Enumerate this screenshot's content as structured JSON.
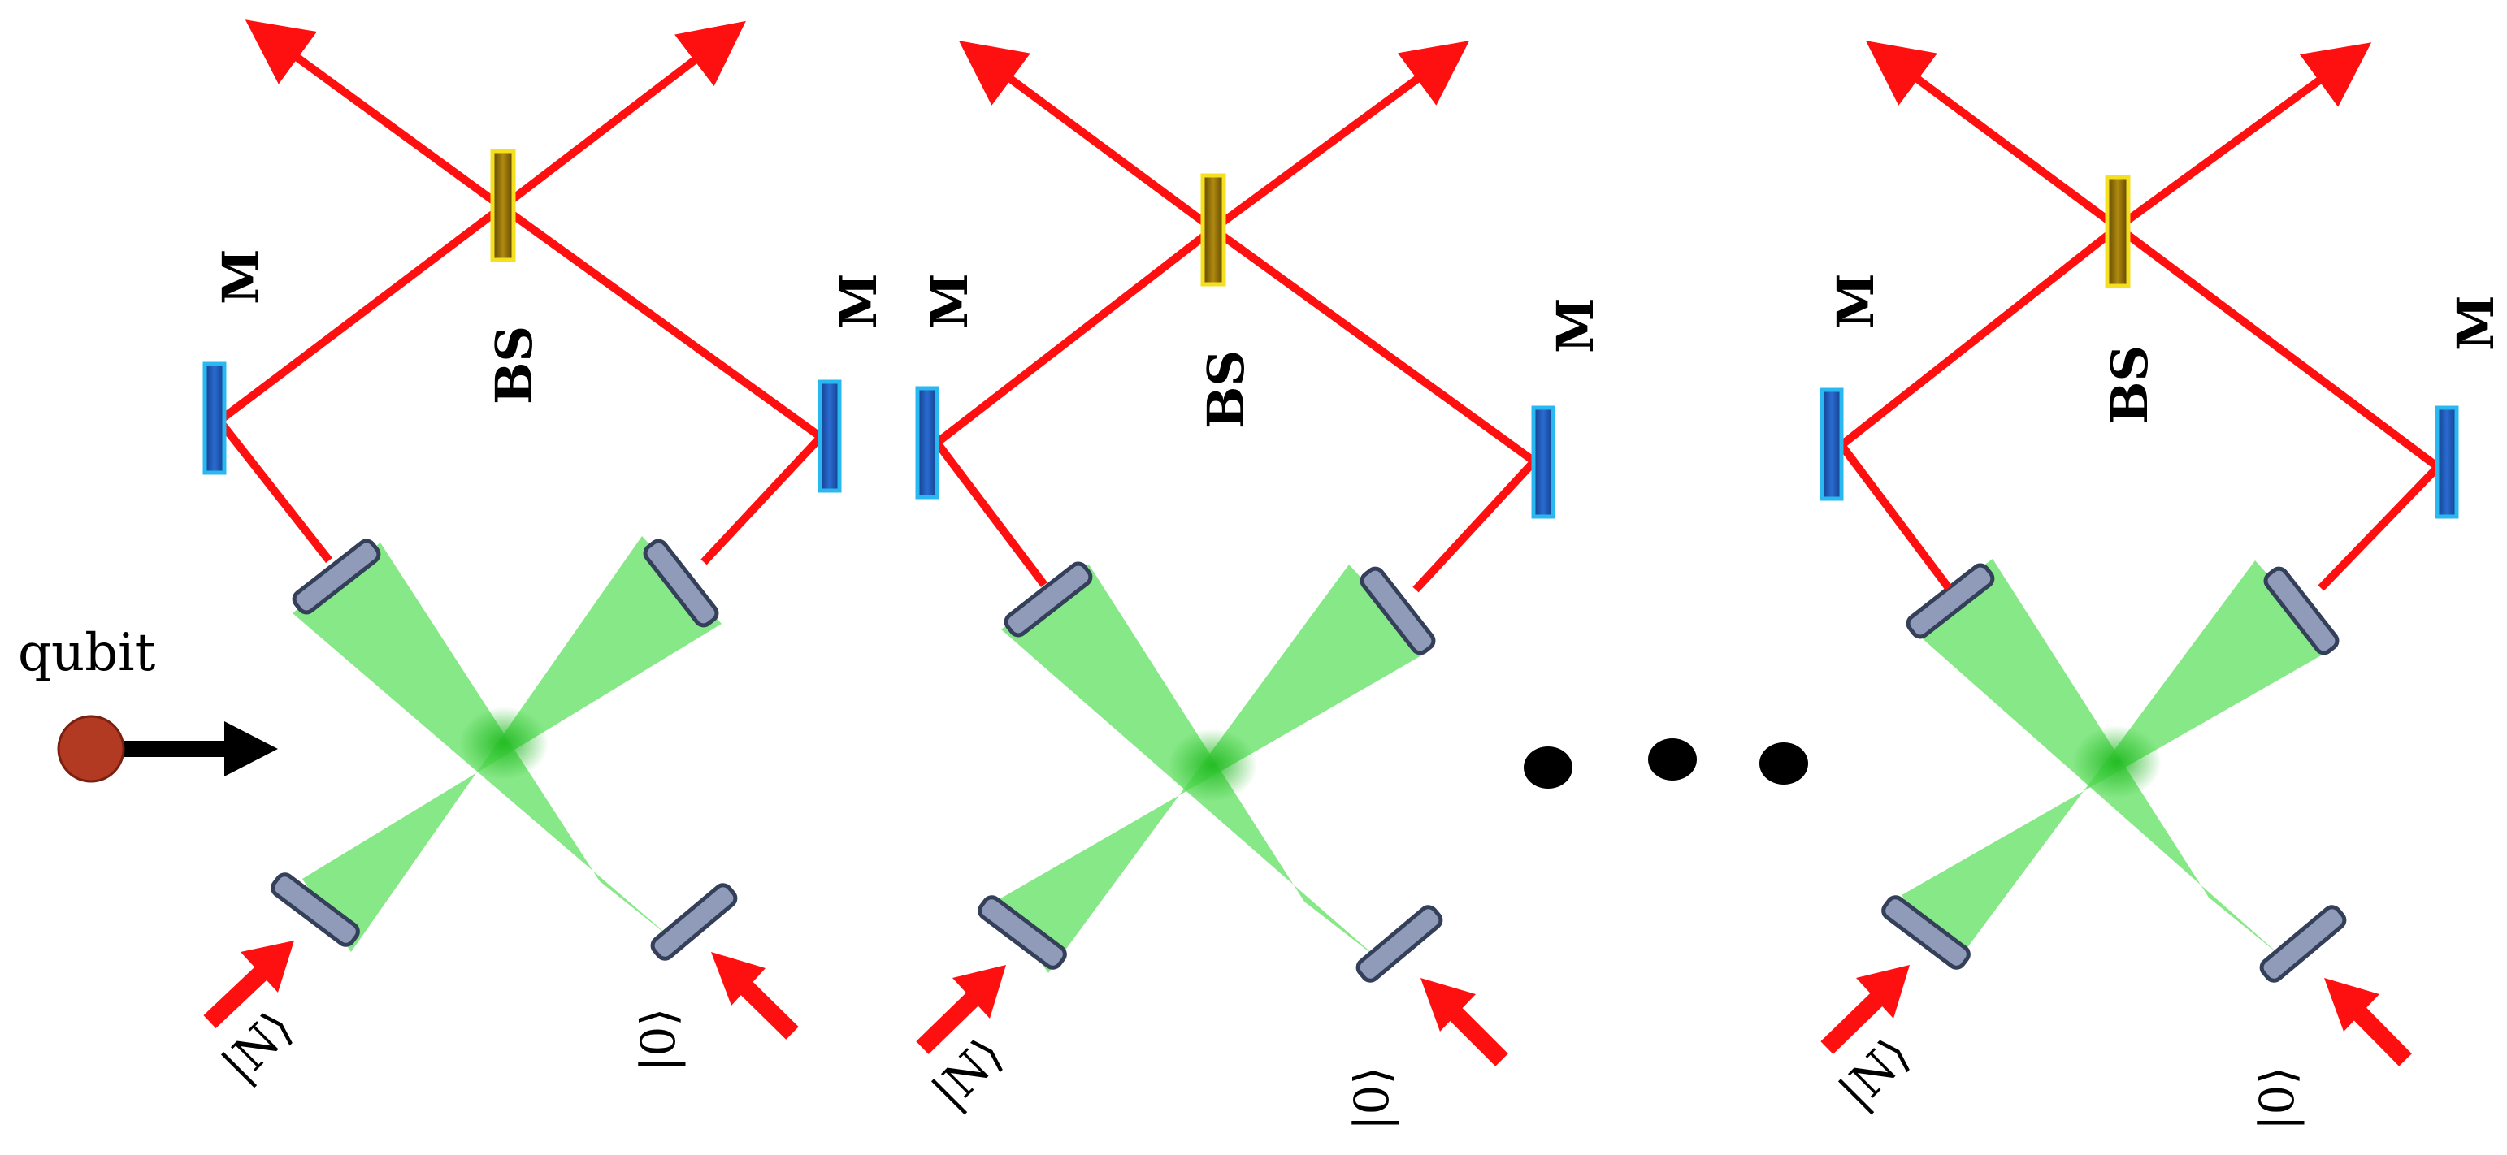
{
  "labels": {
    "mirror": "M",
    "beam_splitter": "BS",
    "qubit": "qubit",
    "input_n": "|N⟩",
    "input_0": "|0⟩"
  },
  "colors": {
    "beam": "#ff1010",
    "green_beam": "#5fe05f",
    "mirror_fill": "#1d57b5",
    "mirror_border": "#29b8f0",
    "splitter_fill": "#8a6a00",
    "splitter_border": "#f5e020",
    "lens_fill": "#8f9bb8",
    "qubit": "#b23a22"
  },
  "icons": {
    "qubit": "qubit-dot-icon",
    "ellipsis": "ellipsis-dots-icon",
    "arrow": "arrow-icon"
  }
}
